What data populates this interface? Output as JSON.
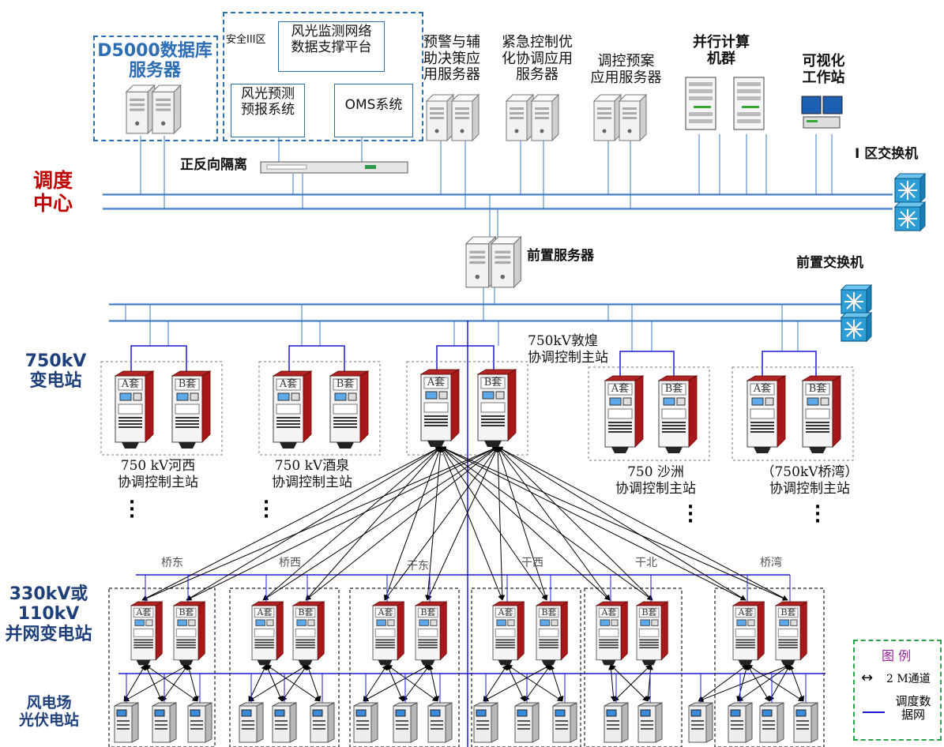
{
  "sections": {
    "dispatch_center": "调度\n中心",
    "kv750": "750kV\n变电站",
    "kv330": "330kV或\n110kV\n并网变电站",
    "plants": "风电场\n光伏电站"
  },
  "top": {
    "d5000": "D5000数据库\n服务器",
    "zone3": "安全III区",
    "monitor_platform": "风光监测网络\n数据支撑平台",
    "forecast": "风光预测\n预报系统",
    "oms": "OMS系统",
    "isolation": "正反向隔离",
    "warning": "预警与辅\n助决策应\n用服务器",
    "emergency": "紧急控制优\n化协调应用\n服务器",
    "plan": "调控预案\n应用服务器",
    "parallel": "并行计算\n机群",
    "viz": "可视化\n工作站",
    "switch1": "I 区交换机",
    "front_server": "前置服务器",
    "front_switch": "前置交换机"
  },
  "master_stations": [
    {
      "name": "750 kV河西\n协调控制主站"
    },
    {
      "name": "750 kV酒泉\n协调控制主站"
    },
    {
      "name": "750kV敦煌\n协调控制主站"
    },
    {
      "name": "750 沙洲\n协调控制主站"
    },
    {
      "name": "（750kV桥湾）\n协调控制主站"
    }
  ],
  "substations": [
    "桥东",
    "桥西",
    "干东",
    "干西",
    "干北",
    "桥湾"
  ],
  "cabinet_labels": {
    "a": "A套",
    "b": "B套"
  },
  "legend": {
    "title": "图 例",
    "arrow_label": "2 M通道",
    "line_label": "调度数\n据网"
  },
  "colors": {
    "bus": "#3a78c3",
    "net": "#1c1ccf",
    "cabinet": "#b11c1c",
    "frame": "#1f5fae"
  }
}
